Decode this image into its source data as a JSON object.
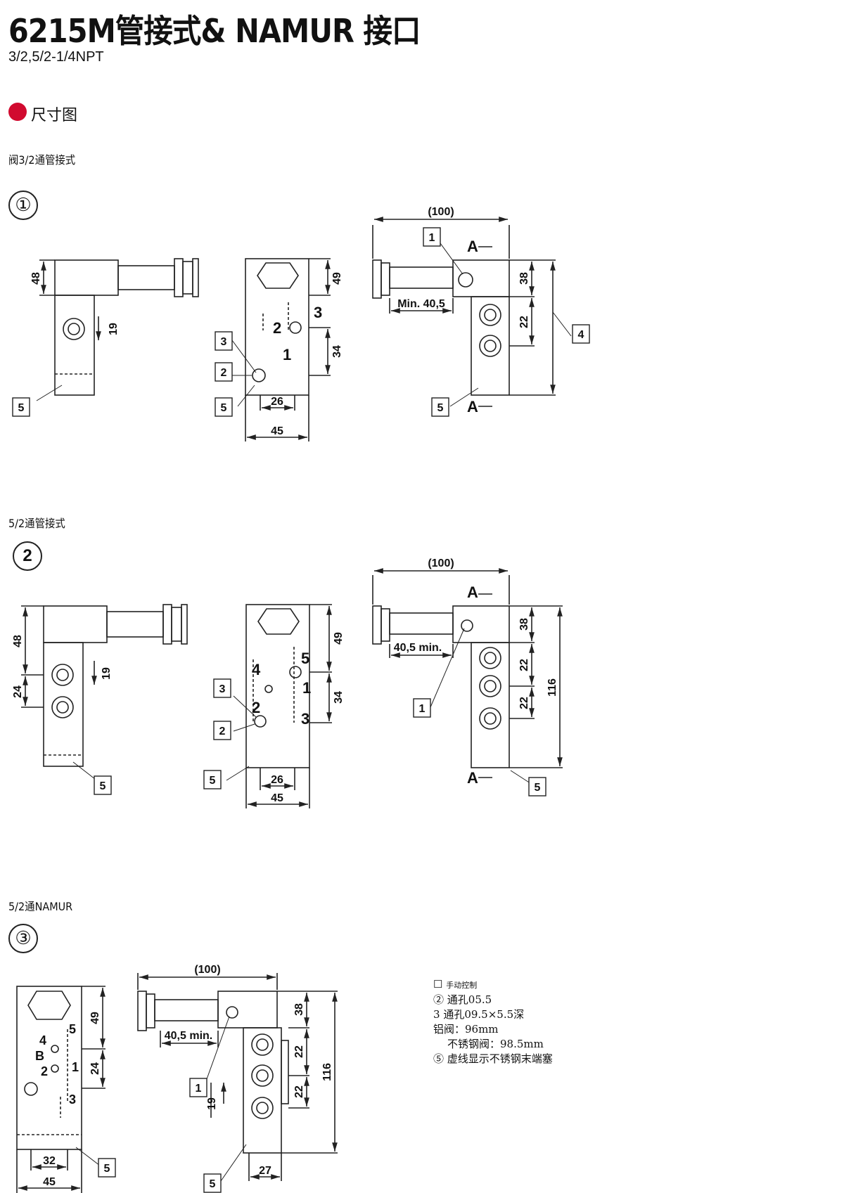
{
  "header": {
    "title": "6215M管接式& NAMUR 接口",
    "subtitle": "3/2,5/2-1/4NPT",
    "section": "尺寸图"
  },
  "colors": {
    "accent_dot": "#d10a2f",
    "line": "#222222"
  },
  "sections": [
    {
      "label": "阀3/2通管接式",
      "index": "①"
    },
    {
      "label": "5/2通管接式",
      "index": "2"
    },
    {
      "label": "5/2通NAMUR",
      "index": "③"
    }
  ],
  "drawing1": {
    "dims": {
      "d48": "48",
      "d19": "19",
      "d49": "49",
      "d34": "34",
      "d26": "26",
      "d45": "45",
      "d100": "(100)",
      "d38": "38",
      "d22": "22",
      "min": "Min. 40,5"
    },
    "ports": {
      "p2": "2",
      "p3": "3",
      "p1": "1"
    },
    "callouts": {
      "c5a": "5",
      "c3": "3",
      "c2": "2",
      "c5b": "5",
      "c1": "1",
      "c4": "4",
      "c5c": "5"
    },
    "section_letter": "A"
  },
  "drawing2": {
    "dims": {
      "d48": "48",
      "d24": "24",
      "d19": "19",
      "d49": "49",
      "d34": "34",
      "d26": "26",
      "d45": "45",
      "d100": "(100)",
      "d38": "38",
      "d22a": "22",
      "d22b": "22",
      "d116": "116",
      "min": "40,5 min."
    },
    "ports": {
      "p4": "4",
      "p2": "2",
      "p5": "5",
      "p1": "1",
      "p3": "3"
    },
    "callouts": {
      "c3": "3",
      "c2": "2",
      "c5a": "5",
      "c5b": "5",
      "c1": "1",
      "c5c": "5"
    },
    "section_letter": "A"
  },
  "drawing3": {
    "dims": {
      "d49": "49",
      "d24": "24",
      "d32": "32",
      "d45": "45",
      "d100": "(100)",
      "d38": "38",
      "d22a": "22",
      "d22b": "22",
      "d116": "116",
      "d19": "19",
      "d27": "27",
      "min": "40,5 min."
    },
    "ports": {
      "p4": "4",
      "pB": "B",
      "p2": "2",
      "p5": "5",
      "p1": "1",
      "p3": "3"
    },
    "callouts": {
      "c5a": "5",
      "c1": "1",
      "c5b": "5"
    }
  },
  "legend": [
    {
      "mark": "☐",
      "text": "手动控制"
    },
    {
      "mark": "②",
      "text": "通孔05.5"
    },
    {
      "mark": "3",
      "text": "通孔09.5×5.5深"
    },
    {
      "mark": "",
      "text": "铝阀：96mm"
    },
    {
      "mark": "",
      "text": "不锈钢阀：98.5mm"
    },
    {
      "mark": "⑤",
      "text": "虚线显示不锈钢末端塞"
    }
  ]
}
